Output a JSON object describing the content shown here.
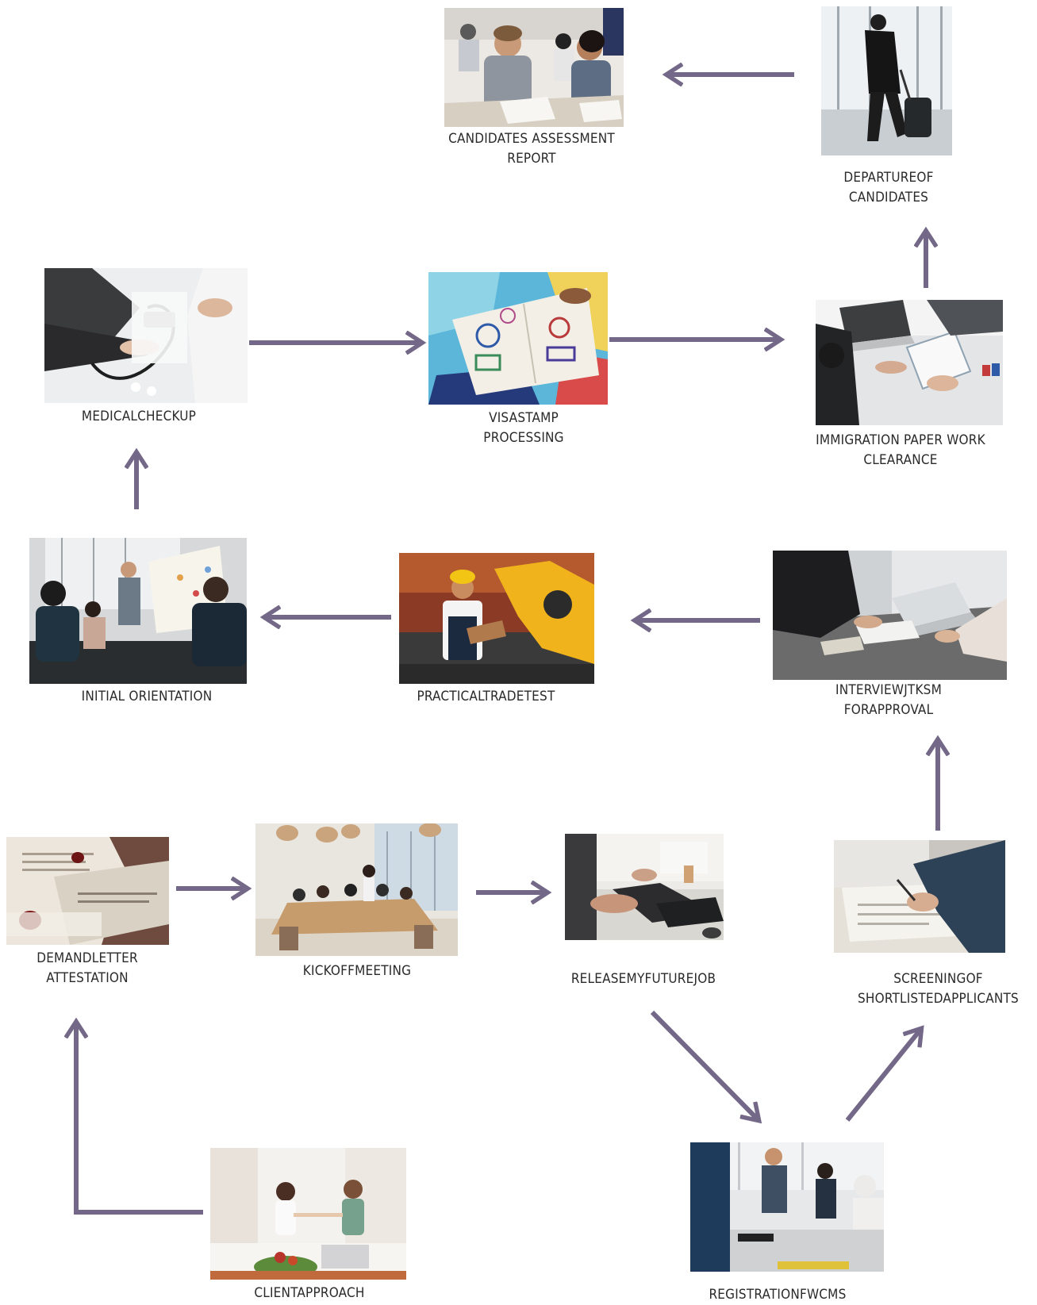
{
  "diagram": {
    "arrow_color": "#736887",
    "steps": [
      {
        "id": "client-approach",
        "label": "CLIENTAPPROACH",
        "image": "handshake-photo"
      },
      {
        "id": "demand-letter",
        "label": "DEMANDLETTER\nATTESTATION",
        "image": "document-seal-photo"
      },
      {
        "id": "kickoff-meeting",
        "label": "KICKOFFMEETING",
        "image": "meeting-room-photo"
      },
      {
        "id": "release-job",
        "label": "RELEASEMYFUTUREJOB",
        "image": "laptop-typing-photo"
      },
      {
        "id": "registration",
        "label": "REGISTRATIONFWCMS",
        "image": "team-office-photo"
      },
      {
        "id": "screening",
        "label": "SCREENINGOF\nSHORTLISTEDAPPLICANTS",
        "image": "signing-document-photo"
      },
      {
        "id": "interview",
        "label": "INTERVIEWJTKSM\nFORAPPROVAL",
        "image": "interview-desk-photo"
      },
      {
        "id": "trade-test",
        "label": "PRACTICALTRADETEST",
        "image": "worker-laptop-photo"
      },
      {
        "id": "orientation",
        "label": "INITIAL ORIENTATION",
        "image": "presentation-photo"
      },
      {
        "id": "medical",
        "label": "MEDICALCHECKUP",
        "image": "blood-pressure-photo"
      },
      {
        "id": "visa",
        "label": "VISASTAMP\nPROCESSING",
        "image": "passport-stamps-photo"
      },
      {
        "id": "immigration",
        "label": "IMMIGRATION PAPER WORK\nCLEARANCE",
        "image": "paperwork-desk-photo"
      },
      {
        "id": "departure",
        "label": "DEPARTUREOF\nCANDIDATES",
        "image": "traveler-luggage-photo"
      },
      {
        "id": "assessment",
        "label": "CANDIDATES ASSESSMENT\nREPORT",
        "image": "students-exam-photo"
      }
    ]
  }
}
